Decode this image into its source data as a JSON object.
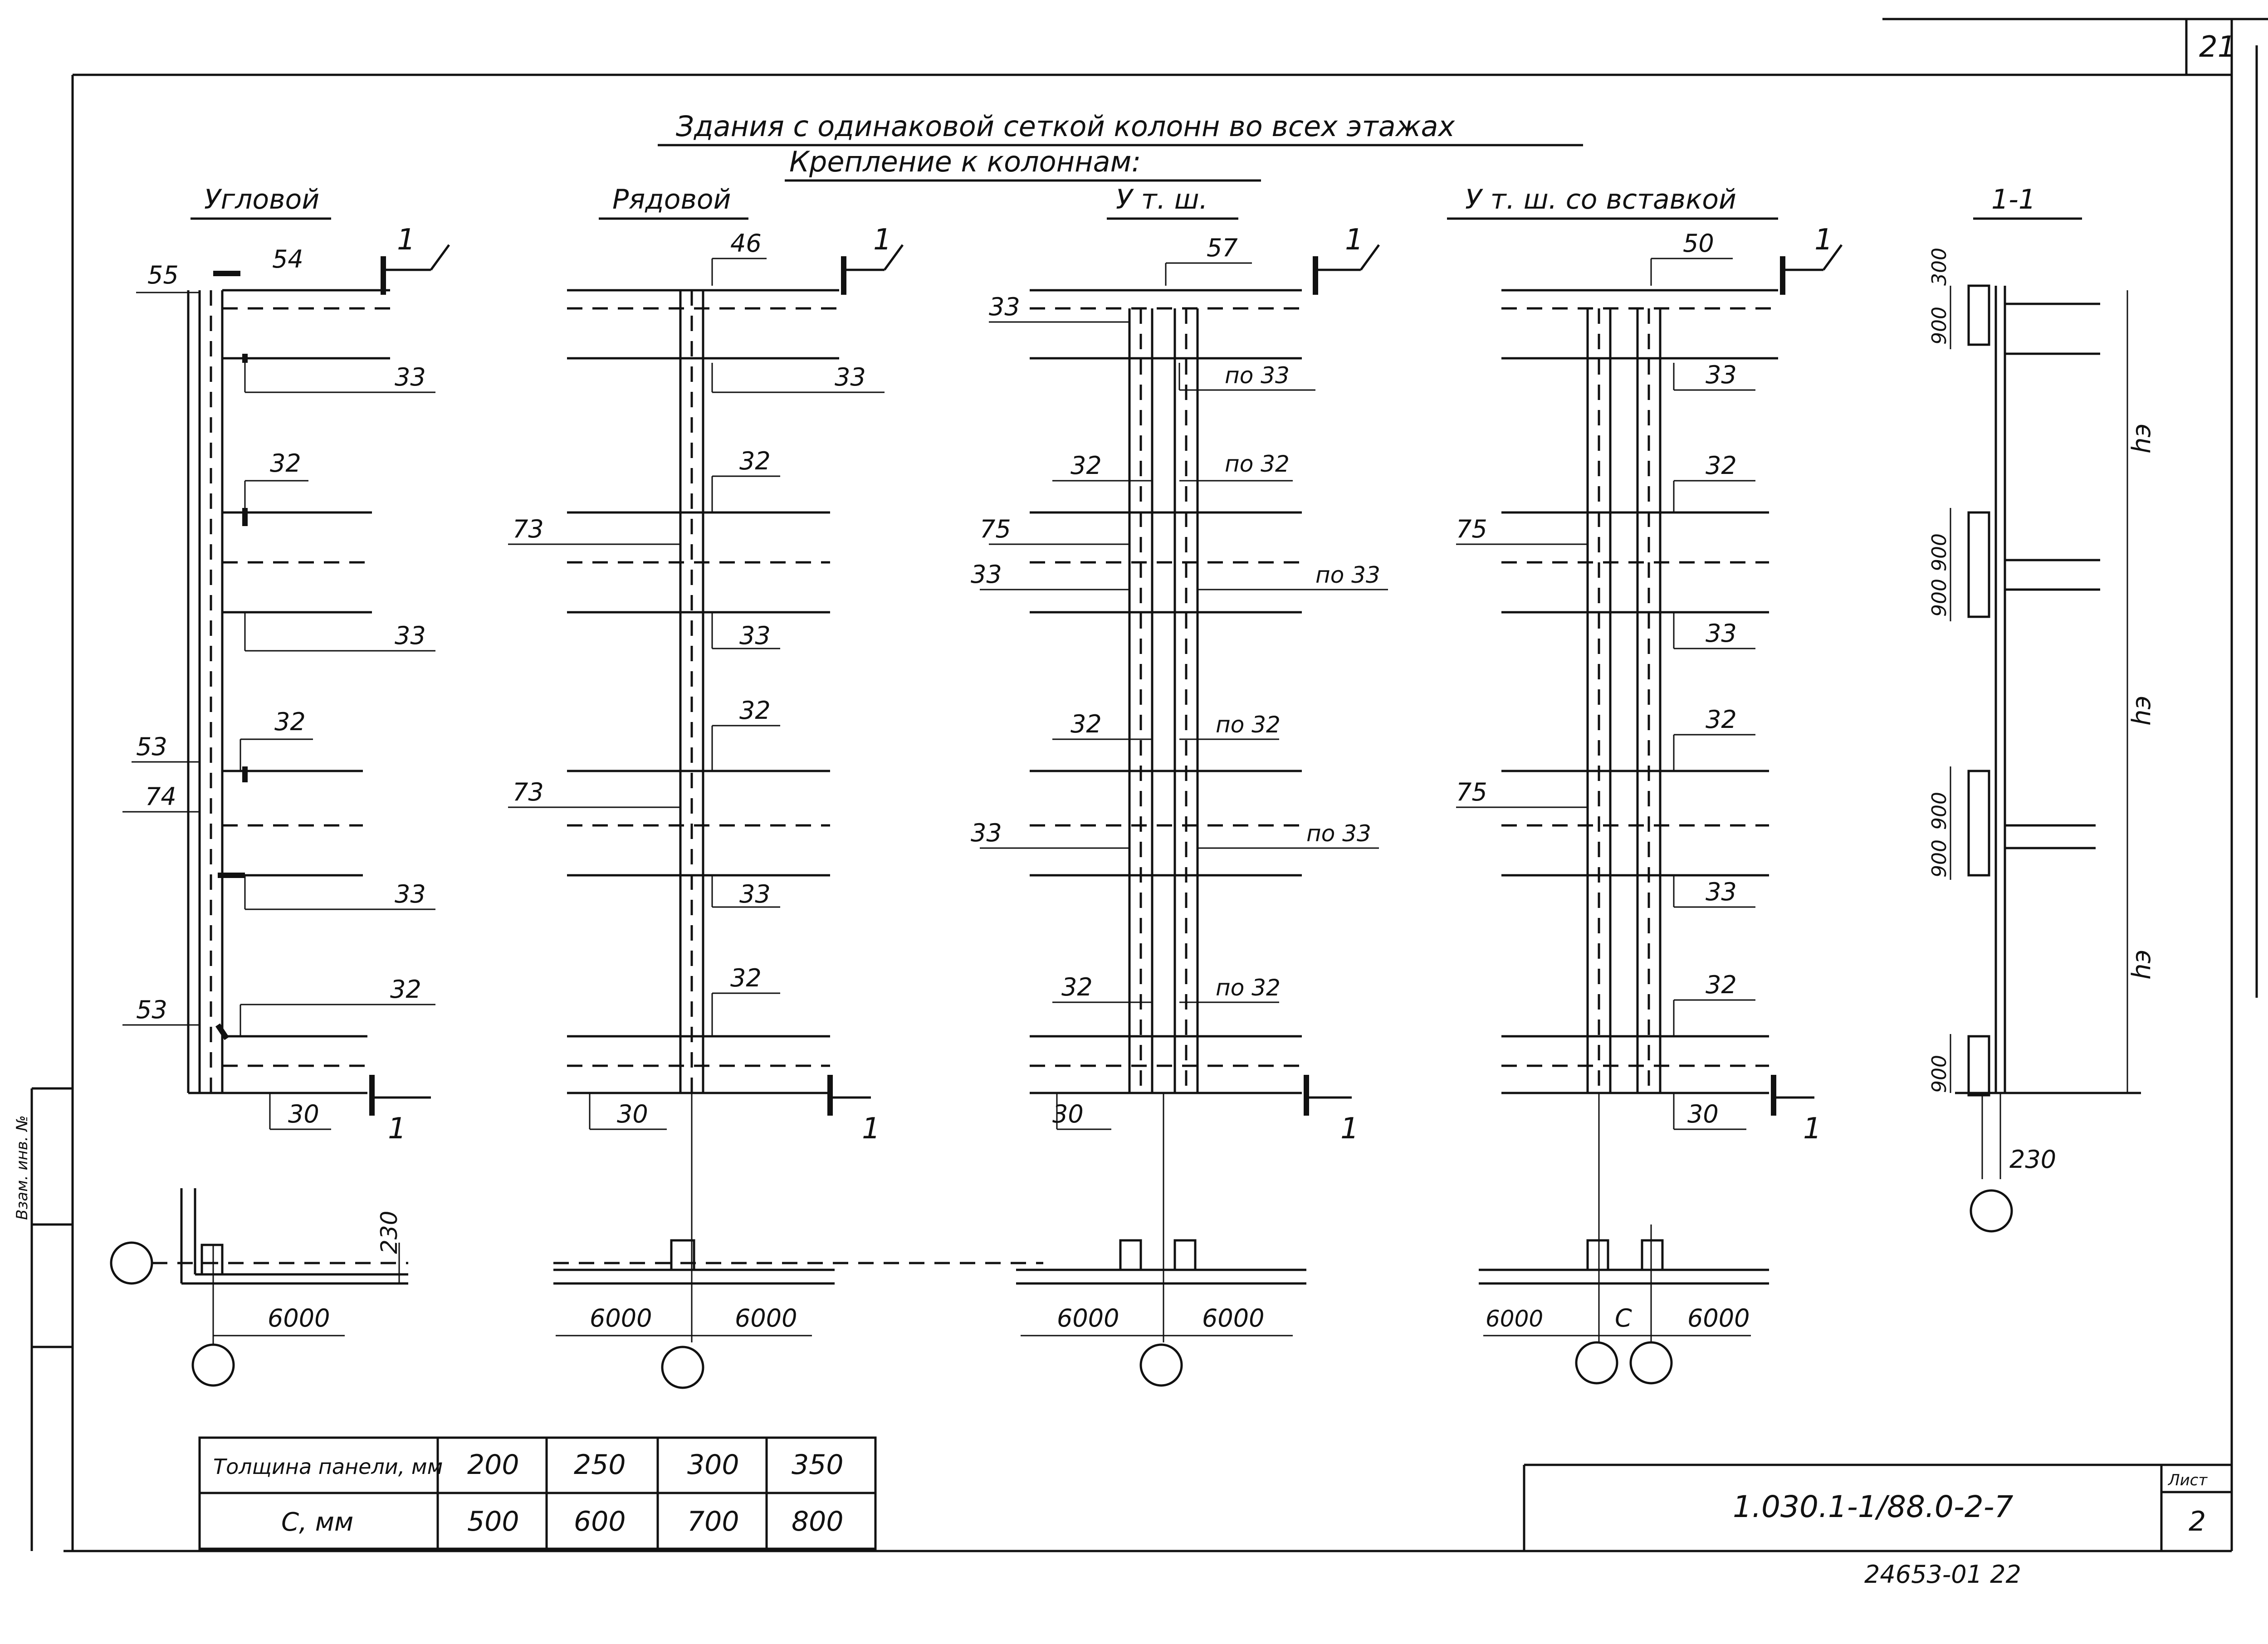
{
  "page_number": "21",
  "title": {
    "line1": "Здания с одинаковой сеткой колонн во всех этажах",
    "line2": "Крепление к колоннам:"
  },
  "details": [
    {
      "heading": "Угловой",
      "labels": [
        "55",
        "54",
        "33",
        "32",
        "33",
        "53",
        "32",
        "74",
        "33",
        "53",
        "32",
        "30"
      ],
      "plan_dims": [
        "230",
        "6000"
      ]
    },
    {
      "heading": "Рядовой",
      "labels": [
        "46",
        "33",
        "73",
        "32",
        "33",
        "73",
        "32",
        "33",
        "32",
        "30"
      ],
      "plan_dims": [
        "6000",
        "6000"
      ]
    },
    {
      "heading": "У т. ш.",
      "labels": [
        "57",
        "33",
        "по 33",
        "32",
        "по 32",
        "75",
        "33",
        "по 33",
        "32",
        "по 32",
        "33",
        "по 33",
        "32",
        "по 32",
        "30"
      ],
      "plan_dims": [
        "6000",
        "6000"
      ]
    },
    {
      "heading": "У т. ш. со вставкой",
      "labels": [
        "50",
        "33",
        "32",
        "75",
        "33",
        "32",
        "75",
        "33",
        "32",
        "30"
      ],
      "plan_dims": [
        "6000",
        "С",
        "6000"
      ]
    }
  ],
  "section": {
    "heading": "1-1",
    "dims": [
      "900",
      "300",
      "900",
      "900",
      "900",
      "900",
      "900",
      "hэ",
      "hэ",
      "hэ",
      "230"
    ]
  },
  "section_mark": "1",
  "table": {
    "row1_label": "Толщина панели, мм",
    "row1_values": [
      "200",
      "250",
      "300",
      "350"
    ],
    "row2_label": "С, мм",
    "row2_values": [
      "500",
      "600",
      "700",
      "800"
    ]
  },
  "stamp": {
    "code": "1.030.1-1/88.0-2-7",
    "sheet_label": "Лист",
    "sheet_number": "2"
  },
  "side_stamp": "Взам. инв. №",
  "bottom_note": "24653-01  22"
}
